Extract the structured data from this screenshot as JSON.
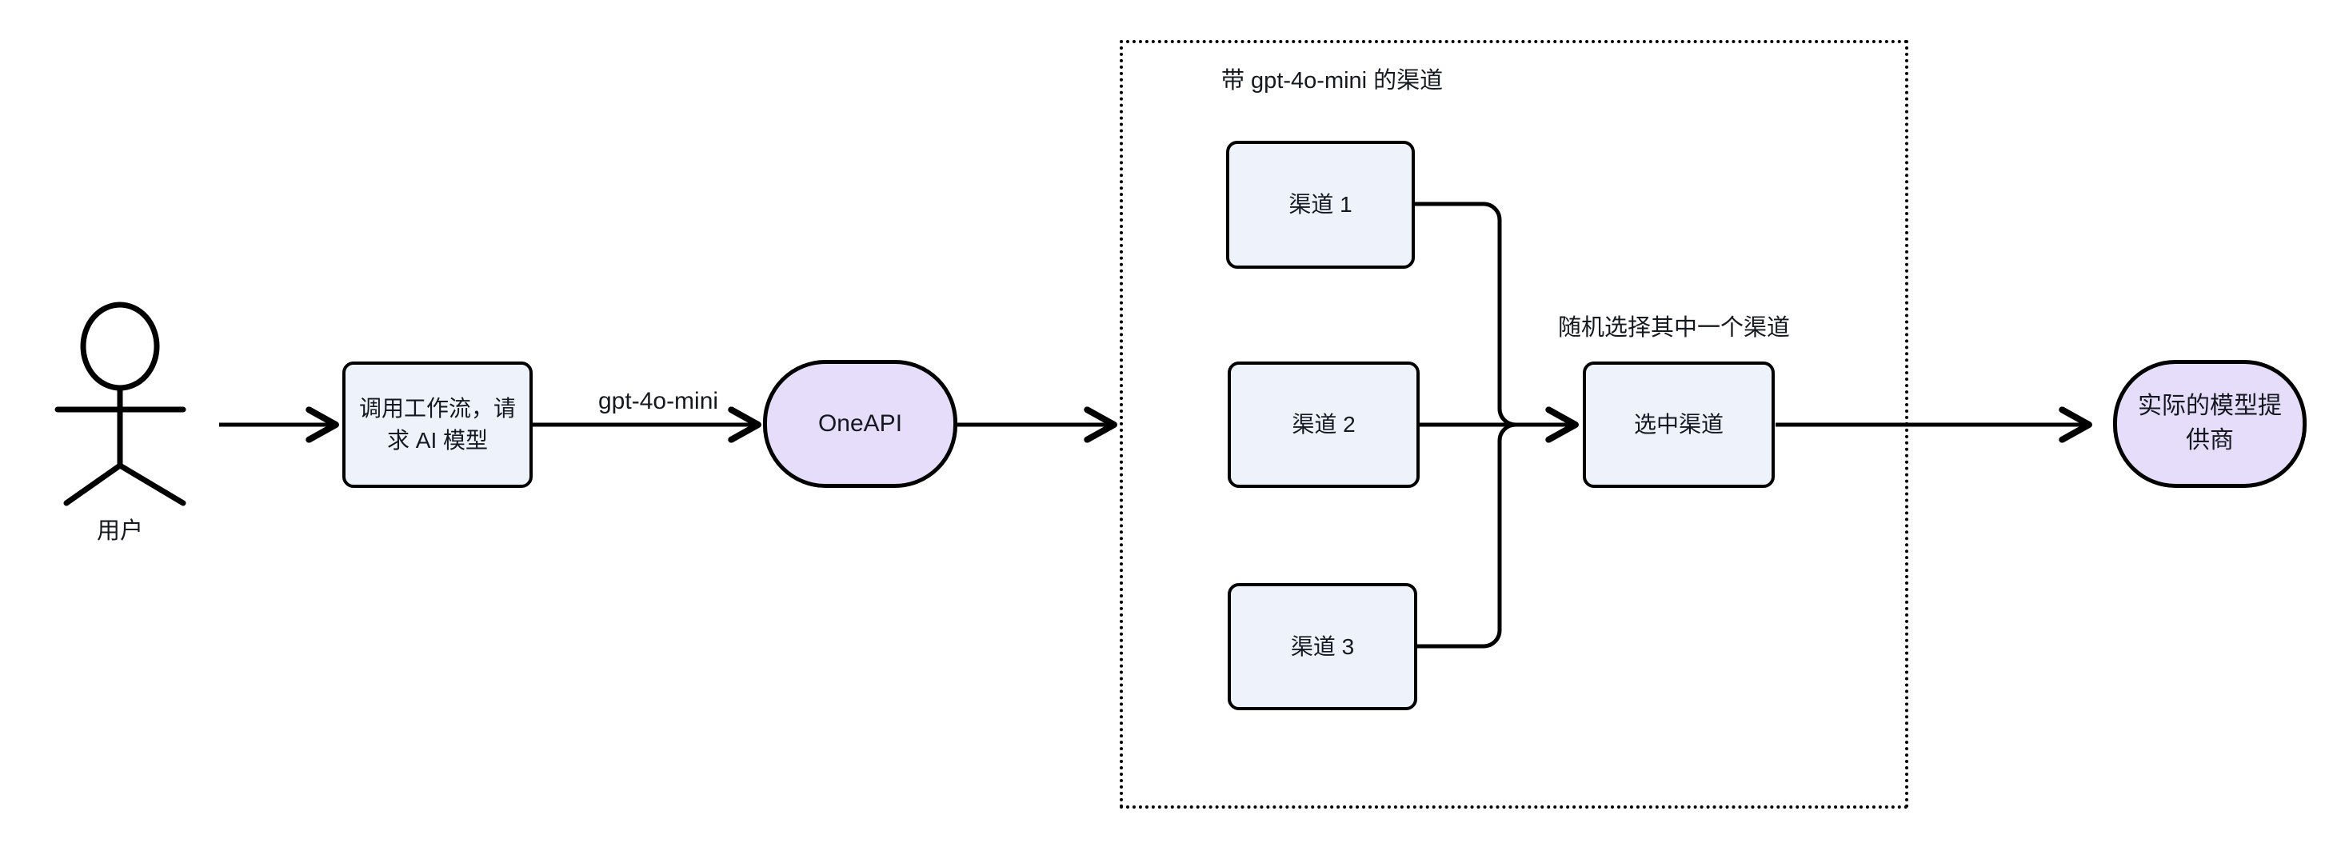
{
  "diagram": {
    "title_visible": false,
    "background": "#ffffff",
    "colors": {
      "process_fill": "#edf2fb",
      "endpoint_fill": "#e6ddfb",
      "stroke": "#000000",
      "text": "#14181f"
    },
    "actor": {
      "name": "用户",
      "icon": "stick-figure-actor"
    },
    "nodes": [
      {
        "id": "workflow",
        "label": "调用工作流，请\n求 AI 模型",
        "shape": "rounded-rect",
        "fill": "#edf2fb"
      },
      {
        "id": "oneapi",
        "label": "OneAPI",
        "shape": "stadium",
        "fill": "#e6ddfb"
      },
      {
        "id": "channel1",
        "label": "渠道 1",
        "shape": "rounded-rect",
        "fill": "#edf2fb"
      },
      {
        "id": "channel2",
        "label": "渠道 2",
        "shape": "rounded-rect",
        "fill": "#edf2fb"
      },
      {
        "id": "channel3",
        "label": "渠道 3",
        "shape": "rounded-rect",
        "fill": "#edf2fb"
      },
      {
        "id": "selected",
        "label": "选中渠道",
        "shape": "rounded-rect",
        "fill": "#edf2fb"
      },
      {
        "id": "provider",
        "label": "实际的模型提\n供商",
        "shape": "stadium",
        "fill": "#e6ddfb"
      }
    ],
    "edge_labels": [
      {
        "id": "model-name",
        "text": "gpt-4o-mini"
      },
      {
        "id": "random-pick",
        "text": "随机选择其中一个渠道"
      }
    ],
    "group": {
      "id": "gpt4o-mini-channels",
      "title": "带 gpt-4o-mini 的渠道",
      "border_style": "dotted"
    }
  }
}
